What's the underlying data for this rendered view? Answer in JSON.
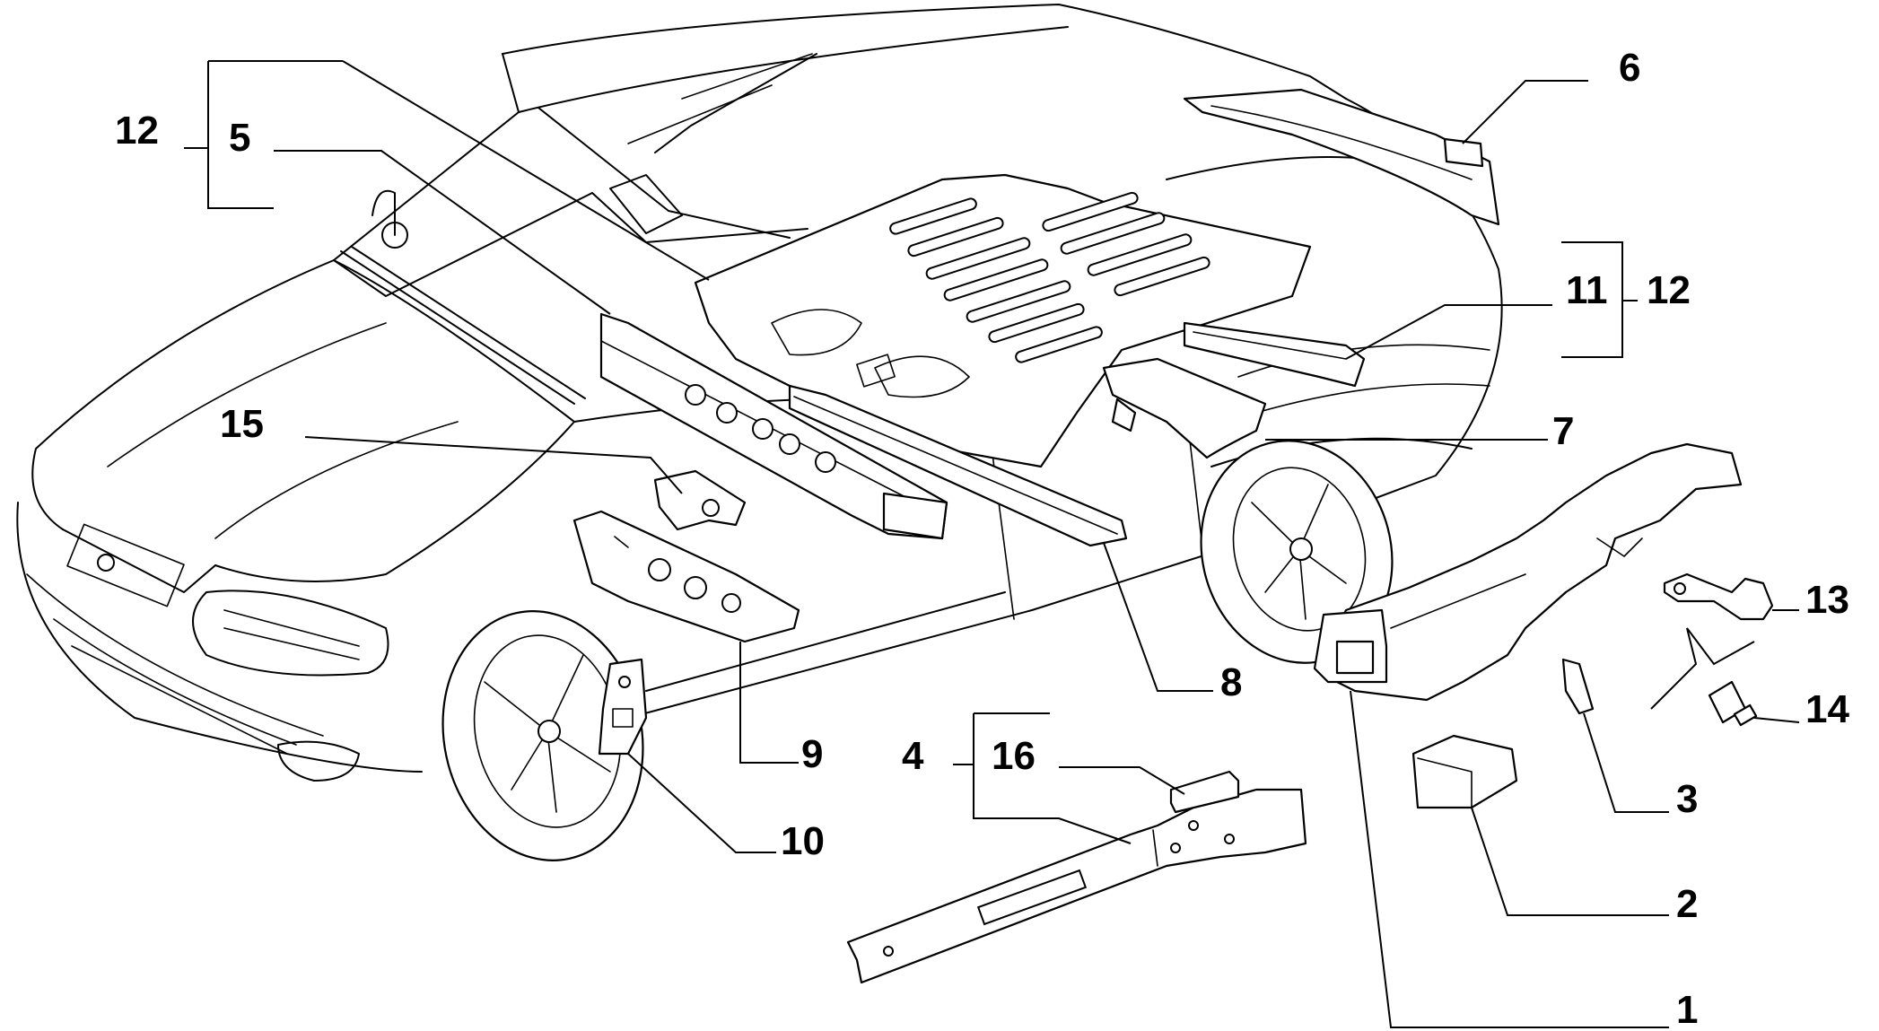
{
  "diagram": {
    "labels": {
      "c1": "1",
      "c2": "2",
      "c3": "3",
      "c4": "4",
      "c5": "5",
      "c6": "6",
      "c7": "7",
      "c8": "8",
      "c9": "9",
      "c10": "10",
      "c11": "11",
      "c12a": "12",
      "c12b": "12",
      "c13": "13",
      "c14": "14",
      "c15": "15",
      "c16": "16"
    }
  }
}
